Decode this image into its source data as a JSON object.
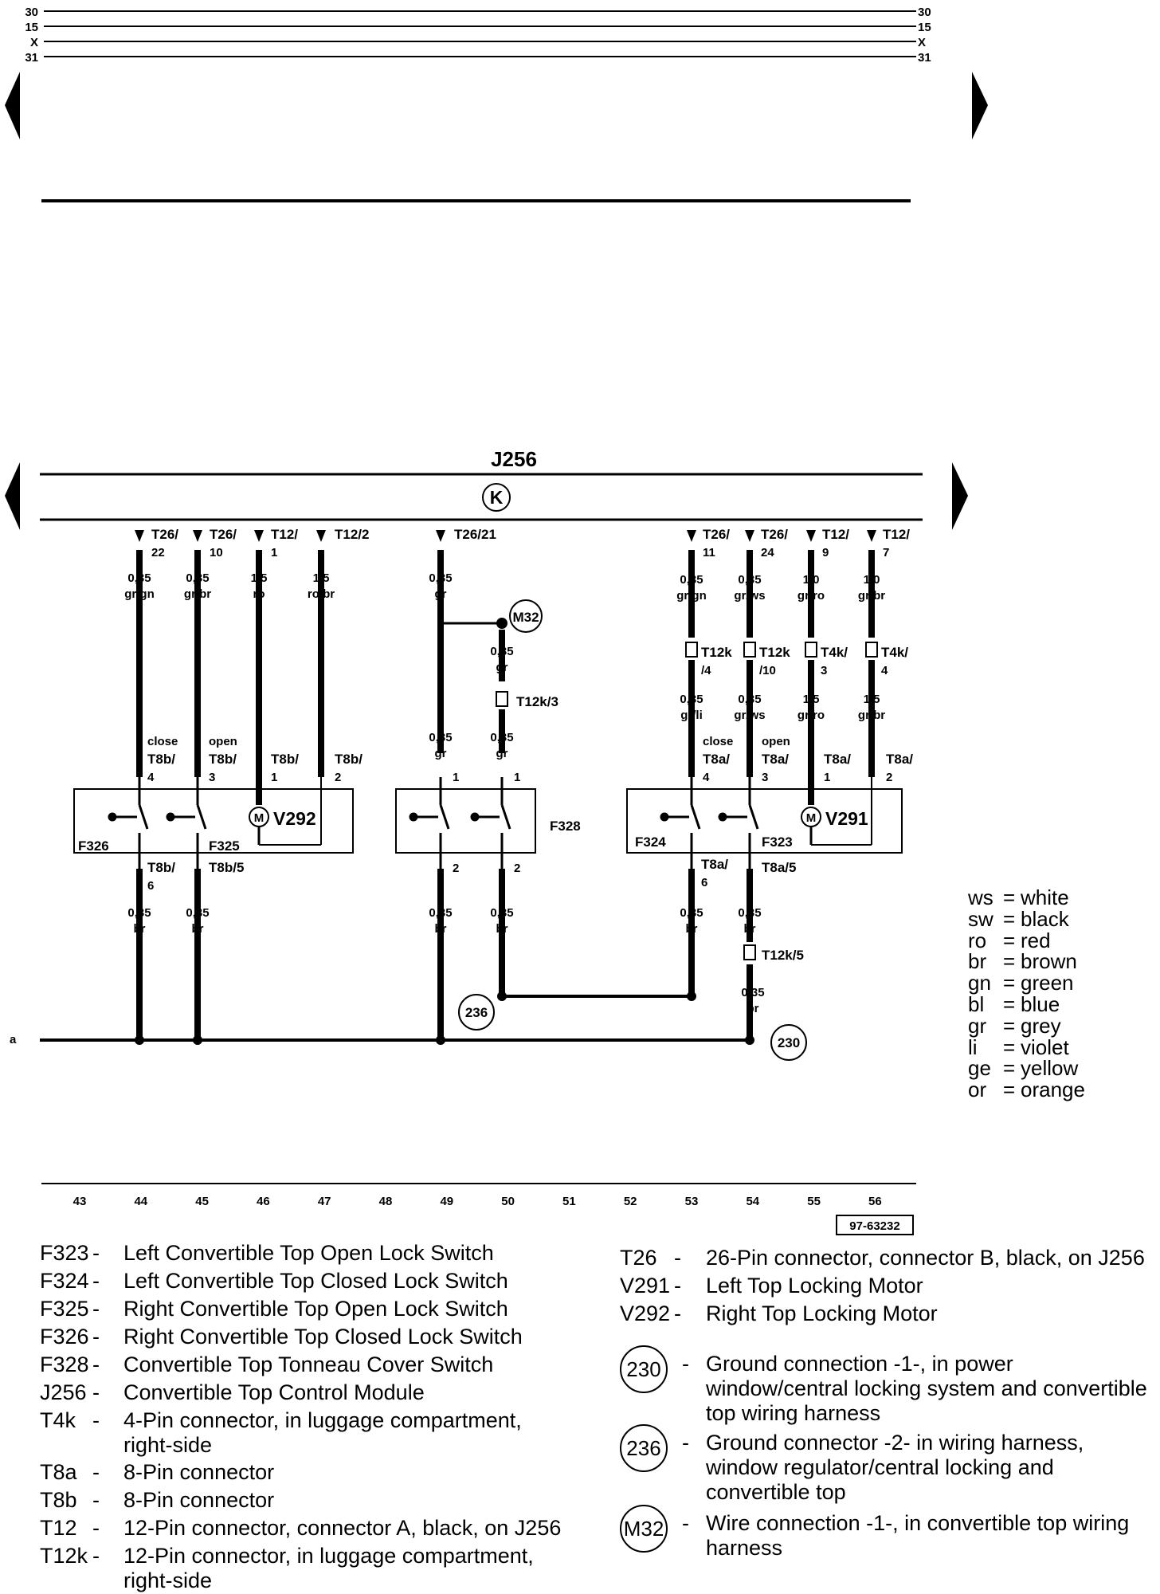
{
  "top_rails": {
    "left": [
      "30",
      "15",
      "X",
      "31"
    ],
    "right": [
      "30",
      "15",
      "X",
      "31"
    ]
  },
  "module": {
    "label": "J256",
    "symbol": "K"
  },
  "columns": [
    "43",
    "44",
    "45",
    "46",
    "47",
    "48",
    "49",
    "50",
    "51",
    "52",
    "53",
    "54",
    "55",
    "56"
  ],
  "figure_id": "97-63232",
  "ground_label": "a",
  "pins": [
    {
      "id": "t26-22",
      "l1": "T26/",
      "l2": "22",
      "wire": [
        "0,35",
        "gr/gn"
      ]
    },
    {
      "id": "t26-10",
      "l1": "T26/",
      "l2": "10",
      "wire": [
        "0,35",
        "gr/br"
      ]
    },
    {
      "id": "t12-1",
      "l1": "T12/",
      "l2": "1",
      "wire": [
        "1,5",
        "ro"
      ]
    },
    {
      "id": "t12-2",
      "l1": "T12/2",
      "l2": "",
      "wire": [
        "1,5",
        "ro/br"
      ]
    },
    {
      "id": "t26-21",
      "l1": "T26/21",
      "l2": "",
      "wire": [
        "0,35",
        "gr"
      ]
    },
    {
      "id": "t26-11",
      "l1": "T26/",
      "l2": "11",
      "wire": [
        "0,35",
        "gr/gn"
      ]
    },
    {
      "id": "t26-24",
      "l1": "T26/",
      "l2": "24",
      "wire": [
        "0,35",
        "gr/ws"
      ]
    },
    {
      "id": "t12-9",
      "l1": "T12/",
      "l2": "9",
      "wire": [
        "1,0",
        "gr/ro"
      ]
    },
    {
      "id": "t12-7",
      "l1": "T12/",
      "l2": "7",
      "wire": [
        "1,0",
        "gr/br"
      ]
    }
  ],
  "right_connectors": [
    {
      "l1": "T12k",
      "l2": "/4",
      "wire": [
        "0,35",
        "gr/li"
      ]
    },
    {
      "l1": "T12k",
      "l2": "/10",
      "wire": [
        "0,35",
        "gr/ws"
      ]
    },
    {
      "l1": "T4k/",
      "l2": "3",
      "wire": [
        "1,5",
        "gr/ro"
      ]
    },
    {
      "l1": "T4k/",
      "l2": "4",
      "wire": [
        "1,5",
        "gr/br"
      ]
    }
  ],
  "m32_branch": {
    "wire": [
      "0,35",
      "gr"
    ],
    "connector": "T12k/3",
    "wire2": [
      "0,35",
      "gr"
    ],
    "wire3": [
      "0,35",
      "gr"
    ]
  },
  "switch_pins_left": [
    {
      "word": "close",
      "l1": "T8b/",
      "l2": "4"
    },
    {
      "word": "open",
      "l1": "T8b/",
      "l2": "3"
    },
    {
      "word": "",
      "l1": "T8b/",
      "l2": "1"
    },
    {
      "word": "",
      "l1": "T8b/",
      "l2": "2"
    }
  ],
  "switch_pins_right": [
    {
      "word": "close",
      "l1": "T8a/",
      "l2": "4"
    },
    {
      "word": "open",
      "l1": "T8a/",
      "l2": "3"
    },
    {
      "word": "",
      "l1": "T8a/",
      "l2": "1"
    },
    {
      "word": "",
      "l1": "T8a/",
      "l2": "2"
    }
  ],
  "components": {
    "F326": "F326",
    "F325": "F325",
    "V292": "V292",
    "F328": "F328",
    "F324": "F324",
    "F323": "F323",
    "V291": "V291",
    "motor": "M"
  },
  "f328_pins": {
    "top": [
      "1",
      "1"
    ],
    "bottom": [
      "2",
      "2"
    ]
  },
  "lower_pins": {
    "left": [
      {
        "l1": "T8b/",
        "l2": "6"
      },
      {
        "l1": "T8b/5",
        "l2": ""
      }
    ],
    "right": [
      {
        "l1": "T8a/",
        "l2": "6"
      },
      {
        "l1": "T8a/5",
        "l2": ""
      }
    ]
  },
  "ground_wires": [
    "0,35",
    "br"
  ],
  "t12k5": {
    "label": "T12k/5",
    "wire": [
      "0,35",
      "br"
    ]
  },
  "ground_points": {
    "g230": "230",
    "g236": "236",
    "m32": "M32"
  },
  "color_legend": [
    {
      "abbr": "ws",
      "name": "white"
    },
    {
      "abbr": "sw",
      "name": "black"
    },
    {
      "abbr": "ro",
      "name": "red"
    },
    {
      "abbr": "br",
      "name": "brown"
    },
    {
      "abbr": "gn",
      "name": "green"
    },
    {
      "abbr": "bl",
      "name": "blue"
    },
    {
      "abbr": "gr",
      "name": "grey"
    },
    {
      "abbr": "li",
      "name": "violet"
    },
    {
      "abbr": "ge",
      "name": "yellow"
    },
    {
      "abbr": "or",
      "name": "orange"
    }
  ],
  "key_left": [
    {
      "code": "F323",
      "dash": "-",
      "desc": "Left Convertible Top Open Lock Switch"
    },
    {
      "code": "F324",
      "dash": "-",
      "desc": "Left Convertible Top Closed Lock Switch"
    },
    {
      "code": "F325",
      "dash": "-",
      "desc": "Right Convertible Top Open Lock Switch"
    },
    {
      "code": "F326",
      "dash": "-",
      "desc": "Right Convertible Top Closed Lock Switch"
    },
    {
      "code": "F328",
      "dash": "-",
      "desc": "Convertible Top Tonneau Cover Switch"
    },
    {
      "code": "J256",
      "dash": "-",
      "desc": "Convertible Top Control Module"
    },
    {
      "code": "T4k",
      "dash": "-",
      "desc": "4-Pin connector, in luggage compartment,\nright-side"
    },
    {
      "code": "T8a",
      "dash": "-",
      "desc": "8-Pin connector"
    },
    {
      "code": "T8b",
      "dash": "-",
      "desc": "8-Pin connector"
    },
    {
      "code": "T12",
      "dash": "-",
      "desc": "12-Pin connector, connector A, black, on J256"
    },
    {
      "code": "T12k",
      "dash": "-",
      "desc": "12-Pin connector, in luggage compartment,\nright-side"
    }
  ],
  "key_right": [
    {
      "code": "T26",
      "dash": "-",
      "desc": "26-Pin connector, connector B, black, on J256"
    },
    {
      "code": "V291",
      "dash": "-",
      "desc": "Left Top Locking Motor"
    },
    {
      "code": "V292",
      "dash": "-",
      "desc": "Right Top Locking Motor"
    }
  ],
  "key_circled": [
    {
      "code": "230",
      "dash": "-",
      "desc": "Ground connection -1-, in power\nwindow/central locking system and convertible\ntop wiring harness"
    },
    {
      "code": "236",
      "dash": "-",
      "desc": "Ground connector -2- in wiring harness,\nwindow regulator/central  locking and\nconvertible top"
    },
    {
      "code": "M32",
      "dash": "-",
      "desc": "Wire connection -1-, in convertible top wiring\nharness"
    }
  ]
}
